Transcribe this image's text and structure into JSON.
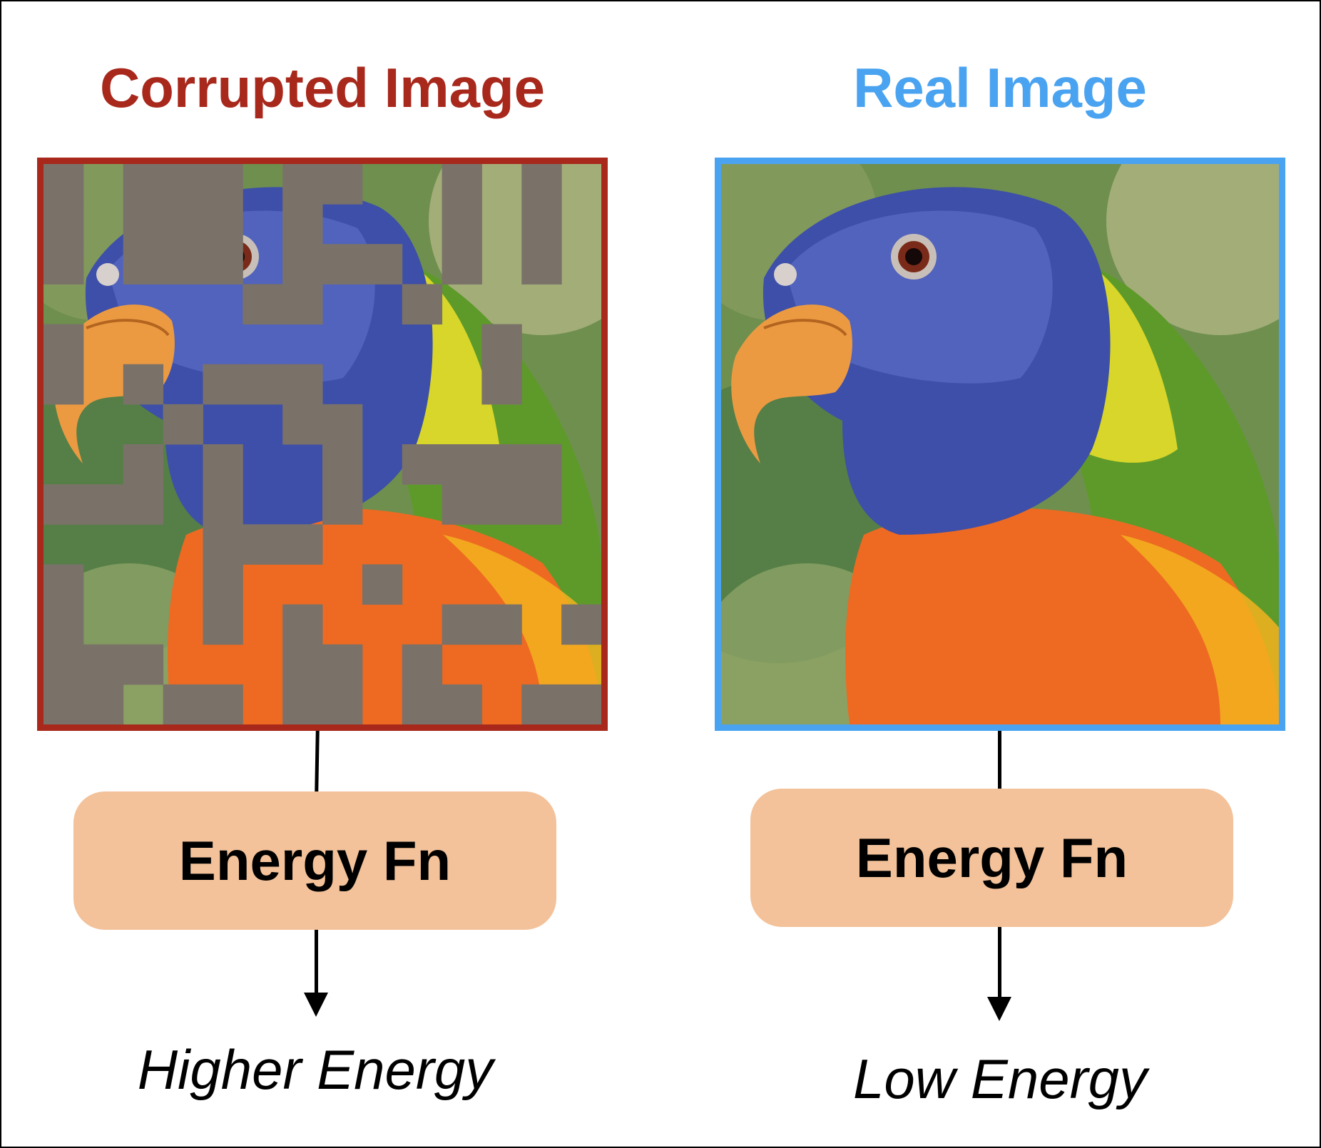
{
  "left_panel": {
    "title": "Corrupted Image",
    "title_color": "#A8281C",
    "border_color": "#A8281C",
    "image_subject": "parrot",
    "mask_color": "#7A7268",
    "function_label": "Energy Fn",
    "outcome_label": "Higher Energy"
  },
  "right_panel": {
    "title": "Real Image",
    "title_color": "#4AA3F0",
    "border_color": "#4AA3F0",
    "image_subject": "parrot",
    "function_label": "Energy Fn",
    "outcome_label": "Low Energy"
  },
  "function_box_color": "#F3C29A",
  "arrow_color": "#000000"
}
